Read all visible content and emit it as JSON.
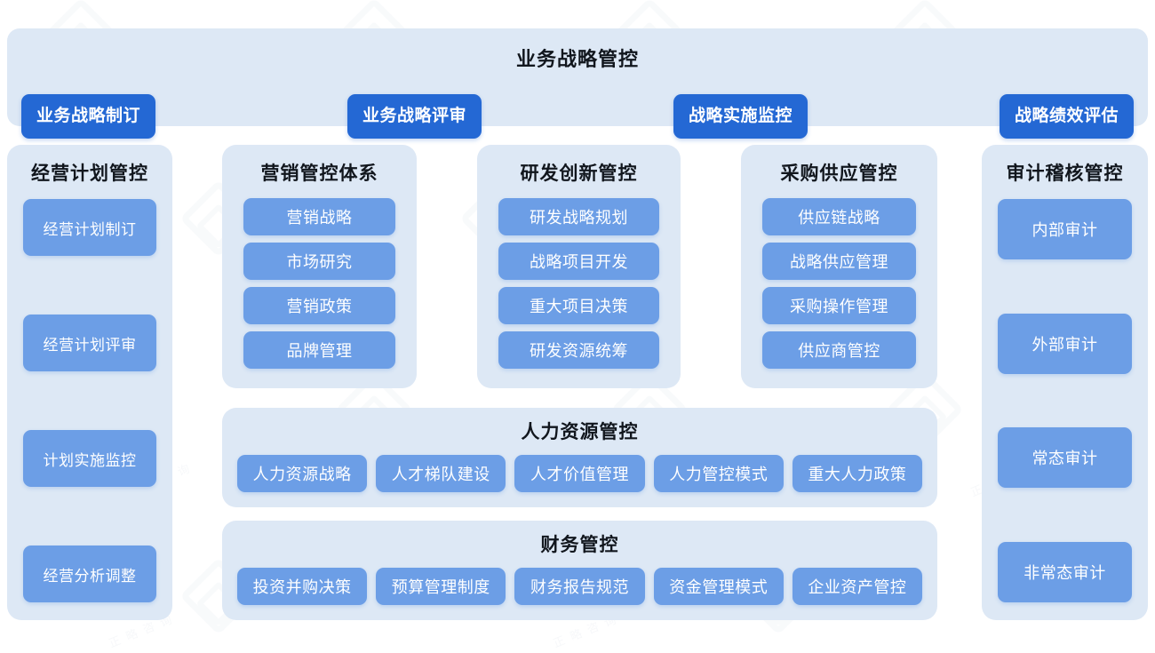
{
  "colors": {
    "panel_bg": "#dde8f5",
    "btn_primary": "#2468d4",
    "btn_item": "#6c9ee6",
    "title_text": "#11161d",
    "page_bg": "#ffffff"
  },
  "watermark": {
    "text": "正 略 咨 询"
  },
  "strategy_band": {
    "title": "业务战略管控",
    "buttons": [
      {
        "label": "业务战略制订"
      },
      {
        "label": "业务战略评审"
      },
      {
        "label": "战略实施监控"
      },
      {
        "label": "战略绩效评估"
      }
    ]
  },
  "plan_column": {
    "title": "经营计划管控",
    "items": [
      {
        "label": "经营计划制订"
      },
      {
        "label": "经营计划评审"
      },
      {
        "label": "计划实施监控"
      },
      {
        "label": "经营分析调整"
      }
    ]
  },
  "marketing_column": {
    "title": "营销管控体系",
    "items": [
      {
        "label": "营销战略"
      },
      {
        "label": "市场研究"
      },
      {
        "label": "营销政策"
      },
      {
        "label": "品牌管理"
      }
    ]
  },
  "rd_column": {
    "title": "研发创新管控",
    "items": [
      {
        "label": "研发战略规划"
      },
      {
        "label": "战略项目开发"
      },
      {
        "label": "重大项目决策"
      },
      {
        "label": "研发资源统筹"
      }
    ]
  },
  "purchase_column": {
    "title": "采购供应管控",
    "items": [
      {
        "label": "供应链战略"
      },
      {
        "label": "战略供应管理"
      },
      {
        "label": "采购操作管理"
      },
      {
        "label": "供应商管控"
      }
    ]
  },
  "audit_column": {
    "title": "审计稽核管控",
    "items": [
      {
        "label": "内部审计"
      },
      {
        "label": "外部审计"
      },
      {
        "label": "常态审计"
      },
      {
        "label": "非常态审计"
      }
    ]
  },
  "hr_panel": {
    "title": "人力资源管控",
    "items": [
      {
        "label": "人力资源战略"
      },
      {
        "label": "人才梯队建设"
      },
      {
        "label": "人才价值管理"
      },
      {
        "label": "人力管控模式"
      },
      {
        "label": "重大人力政策"
      }
    ]
  },
  "finance_panel": {
    "title": "财务管控",
    "items": [
      {
        "label": "投资并购决策"
      },
      {
        "label": "预算管理制度"
      },
      {
        "label": "财务报告规范"
      },
      {
        "label": "资金管理模式"
      },
      {
        "label": "企业资产管控"
      }
    ]
  }
}
